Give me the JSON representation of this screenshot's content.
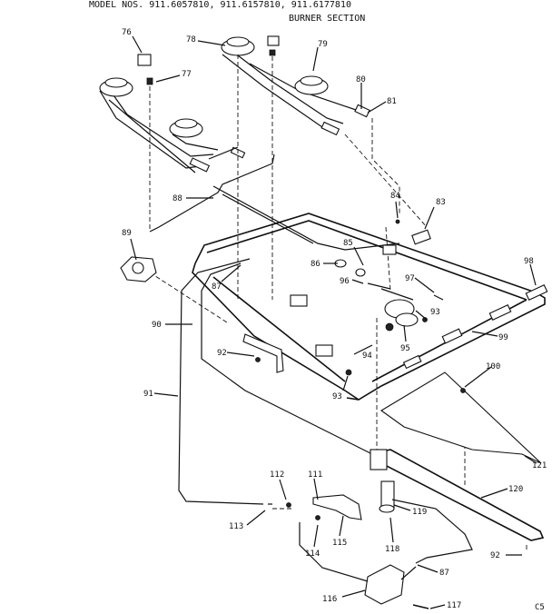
{
  "header": {
    "model_line": "MODEL NOS. 911.6057810, 911.6157810, 911.6177810",
    "section_title": "BURNER SECTION"
  },
  "parts": {
    "p76": "76",
    "p77": "77",
    "p78": "78",
    "p79": "79",
    "p80": "80",
    "p81": "81",
    "p83": "83",
    "p84": "84",
    "p85": "85",
    "p86": "86",
    "p87a": "87",
    "p87b": "87",
    "p88": "88",
    "p89": "89",
    "p90": "90",
    "p91": "91",
    "p92a": "92",
    "p92b": "92",
    "p93a": "93",
    "p93b": "93",
    "p94": "94",
    "p95": "95",
    "p96": "96",
    "p97": "97",
    "p98": "98",
    "p99": "99",
    "p100": "100",
    "p111": "111",
    "p112": "112",
    "p113": "113",
    "p114": "114",
    "p115": "115",
    "p116": "116",
    "p117": "117",
    "p118": "118",
    "p119": "119",
    "p120": "120",
    "p121": "121"
  },
  "footer": {
    "corner_code": "C5"
  }
}
